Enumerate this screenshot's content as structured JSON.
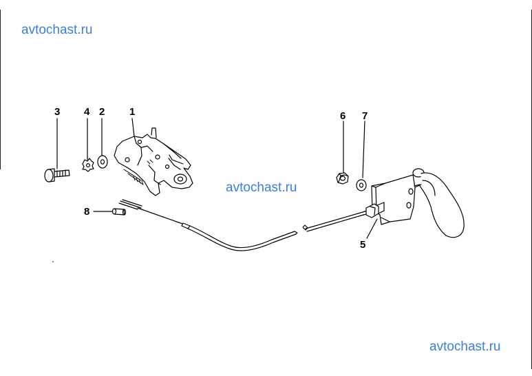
{
  "watermarks": [
    "avtochast.ru",
    "avtochast.ru",
    "avtochast.ru"
  ],
  "callouts": [
    "1",
    "2",
    "3",
    "4",
    "5",
    "6",
    "7",
    "8"
  ],
  "colors": {
    "watermark": "#3b7fd6",
    "line": "#000000"
  }
}
